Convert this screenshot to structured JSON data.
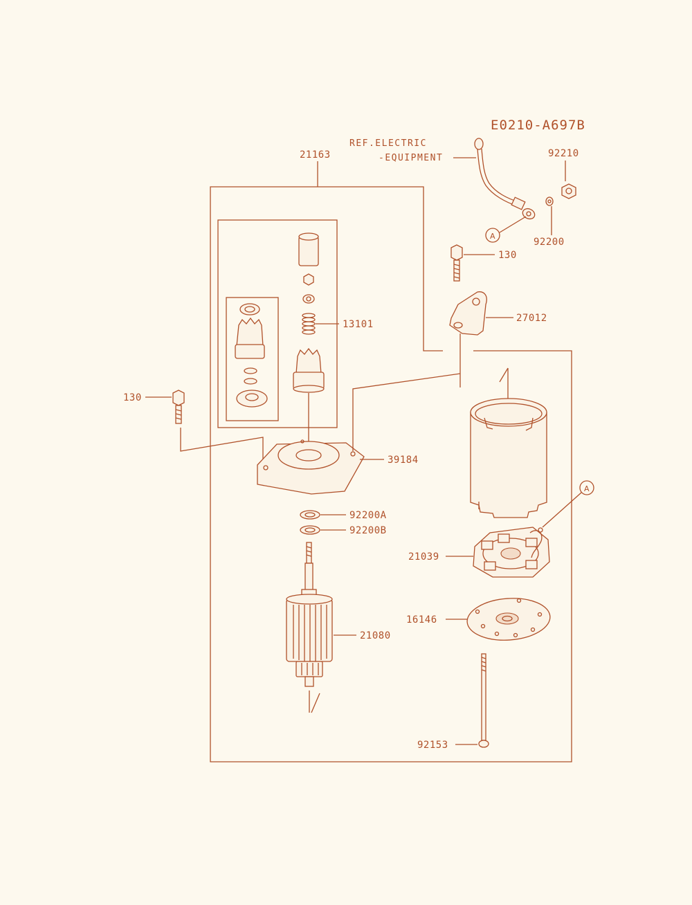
{
  "diagram_code": "E0210-A697B",
  "reference": {
    "line1": "REF.ELECTRIC",
    "line2": "-EQUIPMENT"
  },
  "callout": "A",
  "labels": {
    "assembly": "21163",
    "nut": "92210",
    "washer": "92200",
    "bolt_top": "130",
    "bracket": "27012",
    "drive_kit": "13101",
    "bolt_left": "130",
    "end_cover": "39184",
    "washer_a": "92200A",
    "washer_b": "92200B",
    "brush_holder": "21039",
    "plate": "16146",
    "armature": "21080",
    "through_bolt": "92153"
  },
  "colors": {
    "line": "#b0512a",
    "background": "#fdf9ee"
  }
}
